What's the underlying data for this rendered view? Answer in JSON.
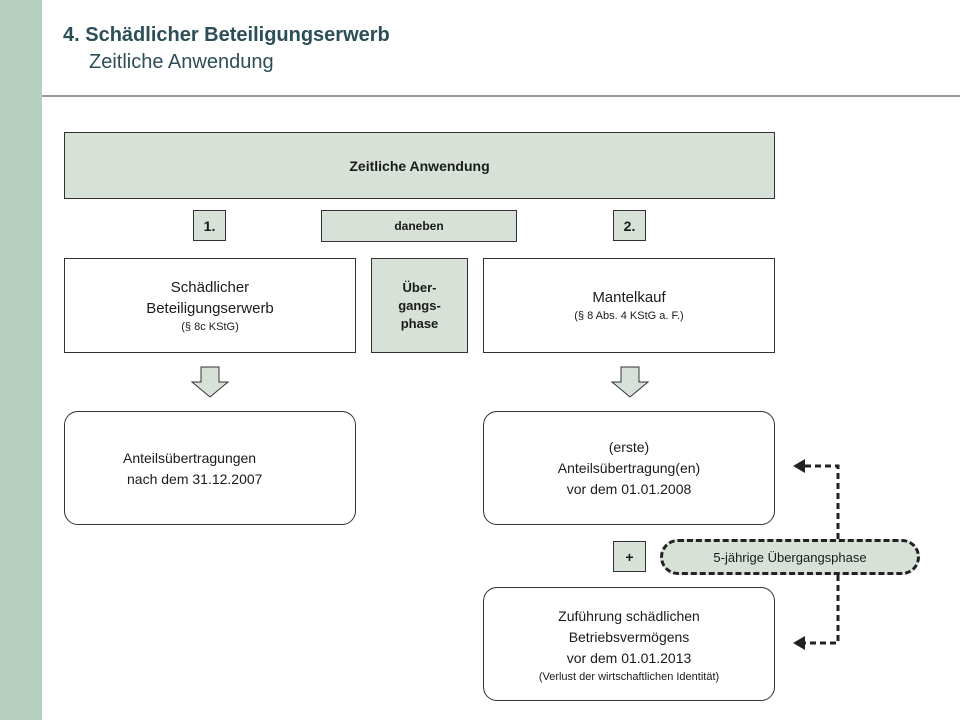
{
  "header": {
    "title": "4. Schädlicher Beteiligungserwerb",
    "subtitle": "Zeitliche Anwendung"
  },
  "diagram": {
    "banner": "Zeitliche Anwendung",
    "step1": "1.",
    "daneben": "daneben",
    "step2": "2.",
    "left_box": {
      "line1": "Schädlicher",
      "line2": "Beteiligungserwerb",
      "ref": "(§ 8c KStG)"
    },
    "middle_box": {
      "line1": "Über-",
      "line2": "gangs-",
      "line3": "phase"
    },
    "right_box": {
      "line1": "Mantelkauf",
      "ref": "(§ 8 Abs. 4 KStG a. F.)"
    },
    "result_left": {
      "line1": "Anteilsübertragungen",
      "line2": "nach dem 31.12.2007"
    },
    "result_right": {
      "line1": "(erste)",
      "line2": "Anteilsübertragung(en)",
      "line3": "vor dem 01.01.2008"
    },
    "plus": "+",
    "transition_phase": "5-jährige Übergangsphase",
    "result_bottom": {
      "line1": "Zuführung schädlichen",
      "line2": "Betriebsvermögens",
      "line3": "vor dem 01.01.2013",
      "note": "(Verlust der wirtschaftlichen Identität)"
    }
  },
  "colors": {
    "sidebar": "#b5d0c0",
    "title_text": "#2c4e58",
    "box_fill_green": "#d7e1d7",
    "border": "#333333"
  }
}
